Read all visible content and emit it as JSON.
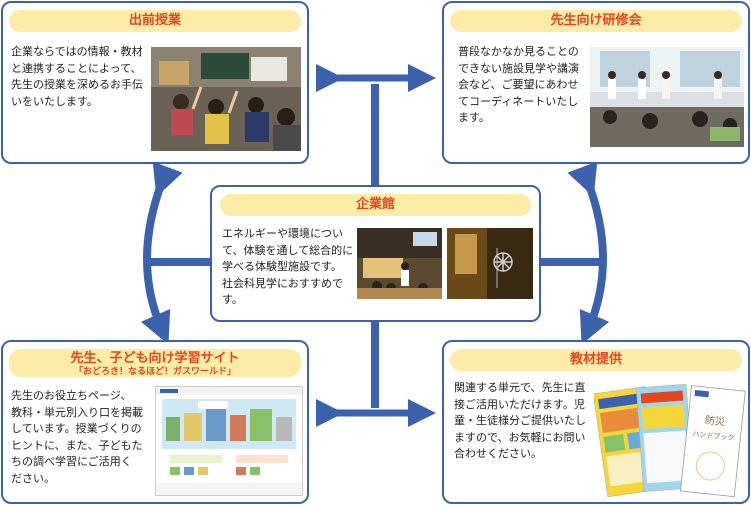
{
  "center": {
    "title": "企業館",
    "lines": [
      "エネルギーや環境につい",
      "て、体験を通して総合的に",
      "学べる体験型施設です。",
      "社会科見学におすすめで",
      "す。"
    ]
  },
  "top_left": {
    "title": "出前授業",
    "lines": [
      "企業ならではの情報・教材",
      "と連携することによって、",
      "先生の授業を深めるお手伝",
      "いをいたします。"
    ]
  },
  "top_right": {
    "title": "先生向け研修会",
    "lines": [
      "普段なかなか見ることの",
      "できない施設見学や講演",
      "会など、ご要望にあわせ",
      "てコーディネートいたし",
      "ます。"
    ]
  },
  "bottom_left": {
    "title": "先生、子ども向け学習サイト",
    "subtitle": "「おどろき！なるほど！ガスワールド」",
    "lines": [
      "先生のお役立ちページ、",
      "教科・単元別入り口を掲載",
      "しています。授業づくりの",
      "ヒントに、また、子どもた",
      "ちの調べ学習にご活用く",
      "ださい。"
    ]
  },
  "bottom_right": {
    "title": "教材提供",
    "lines": [
      "関連する単元で、先生に直",
      "接ご活用いただけます。児",
      "童・生徒様分ご提供いたし",
      "ますので、お気軽にお問い",
      "合わせください。"
    ]
  },
  "colors": {
    "border": "#3d62ad",
    "arrow": "#3d62ad",
    "title_bg": "#fdeca8",
    "title_text": "#e4471f"
  }
}
